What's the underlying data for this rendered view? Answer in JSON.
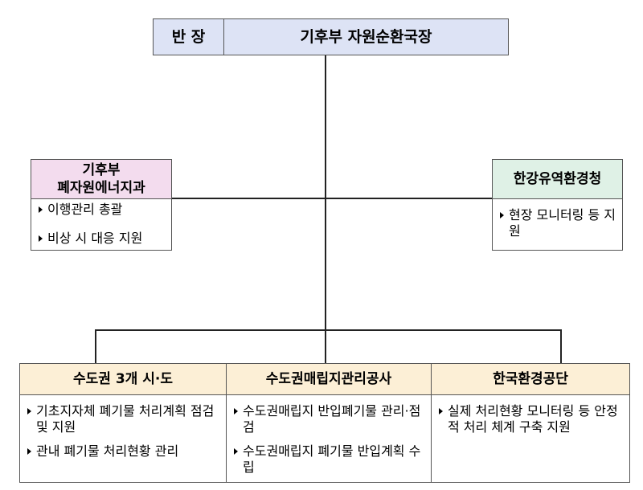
{
  "colors": {
    "top": "#dde3f5",
    "left": "#f3dcee",
    "right": "#dff1e6",
    "bottom": "#fcefd6"
  },
  "top": {
    "role": "반 장",
    "name": "기후부 자원순환국장"
  },
  "left": {
    "title_line1": "기후부",
    "title_line2": "폐자원에너지과",
    "items": [
      "이행관리 총괄",
      "비상 시 대응 지원"
    ]
  },
  "right": {
    "title": "한강유역환경청",
    "items": [
      "현장 모니터링 등 지원"
    ]
  },
  "bottom": [
    {
      "title": "수도권 3개 시·도",
      "items": [
        "기초지자체 폐기물 처리계획 점검 및 지원",
        "관내 폐기물 처리현황 관리"
      ]
    },
    {
      "title": "수도권매립지관리공사",
      "items": [
        "수도권매립지 반입폐기물 관리·점검",
        "수도권매립지 폐기물 반입계획 수립"
      ]
    },
    {
      "title": "한국환경공단",
      "items": [
        "실제 처리현황 모니터링 등 안정적 처리 체계 구축 지원"
      ]
    }
  ]
}
